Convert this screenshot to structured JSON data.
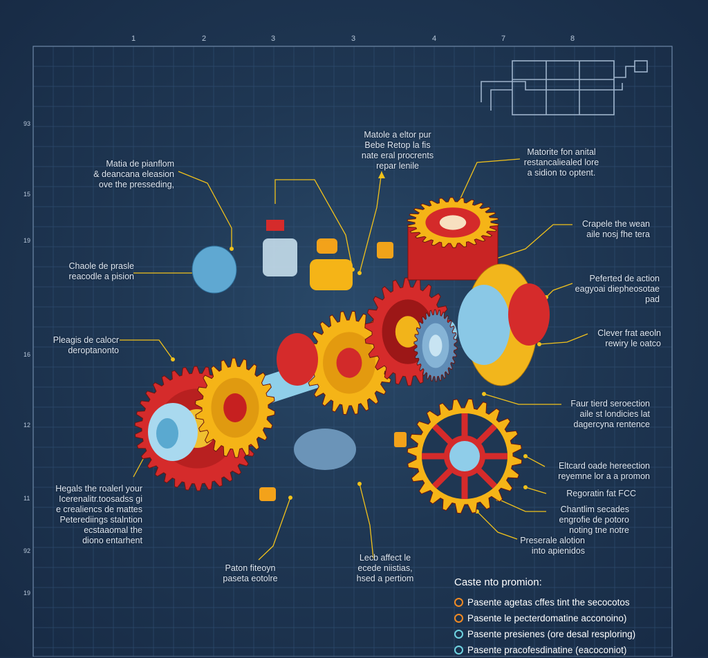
{
  "grid": {
    "column_numbers": [
      "1",
      "2",
      "3",
      "3",
      "4",
      "7",
      "8"
    ],
    "row_numbers": [
      "93",
      "15",
      "19",
      "16",
      "12",
      "11",
      "92",
      "19"
    ]
  },
  "callouts": [
    {
      "name": "callout-top-left",
      "lines": [
        "Matia de pianflom",
        "& deancana eleasion",
        "ove the presseding,"
      ]
    },
    {
      "name": "callout-top-center",
      "lines": [
        "Matole a eltor pur",
        "Bebe Retop la fis",
        "nate eral procrents",
        "repar lenile"
      ]
    },
    {
      "name": "callout-top-right",
      "lines": [
        "Matorite fon anital",
        "restancaliealed lore",
        "a sidion to optent."
      ]
    },
    {
      "name": "callout-left-1",
      "lines": [
        "Chaole de prasle",
        "reacodle a pision"
      ]
    },
    {
      "name": "callout-left-2",
      "lines": [
        "Pleagis de calocr",
        "deroptanonto"
      ]
    },
    {
      "name": "callout-right-1",
      "lines": [
        "Crapele the wean",
        "aile nosj fhe tera"
      ]
    },
    {
      "name": "callout-right-2",
      "lines": [
        "Peferted de action",
        "eagyoai diepheosotae",
        "pad"
      ]
    },
    {
      "name": "callout-right-3",
      "lines": [
        "Clever frat aeoln",
        "rewiry le oatco"
      ]
    },
    {
      "name": "callout-right-4",
      "lines": [
        "Faur tierd seroection",
        "aile st londicies lat",
        "dagercyna rentence"
      ]
    },
    {
      "name": "callout-right-5",
      "lines": [
        "Eltcard oade hereection",
        "reyemne lor a a promon"
      ]
    },
    {
      "name": "callout-right-6",
      "lines": [
        "Regoratin fat FCC"
      ]
    },
    {
      "name": "callout-right-7",
      "lines": [
        "Chantlim secades",
        "engrofie de potoro",
        "noting tne notre"
      ]
    },
    {
      "name": "callout-right-8",
      "lines": [
        "Preserale alotion",
        "into apienidos"
      ]
    },
    {
      "name": "callout-bottom-left",
      "lines": [
        "Hegals the roalerl your",
        "Icerenalitr.toosadss gi",
        "e crealiencs de mattes",
        "Peterediings stalntion",
        "ecstaaomal the",
        "diono entarhent"
      ]
    },
    {
      "name": "callout-bottom-mid-1",
      "lines": [
        "Paton fiteoyn",
        "paseta eotolre"
      ]
    },
    {
      "name": "callout-bottom-mid-2",
      "lines": [
        "Lecb affect le",
        "ecede niistias,",
        "hsed a pertiom"
      ]
    }
  ],
  "legend": {
    "title": "Caste nto promion:",
    "items": [
      {
        "label": "Pasente agetas cffes tint the secocotos",
        "color": "#f08a24"
      },
      {
        "label": "Pasente le pecterdomatine acconoino)",
        "color": "#f08a24"
      },
      {
        "label": "Pasente presienes (ore desal resploring)",
        "color": "#6fd3e0"
      },
      {
        "label": "Pasente pracofesdinatine (eacoconiot)",
        "color": "#6fd3e0"
      }
    ]
  },
  "colors": {
    "background": "#1b2e4a",
    "grid_line": "#3a5a7e",
    "leader": "#f2c21b",
    "gear_red": "#d52b2b",
    "gear_yellow": "#f5b417",
    "gear_blue": "#7fc3e6"
  }
}
